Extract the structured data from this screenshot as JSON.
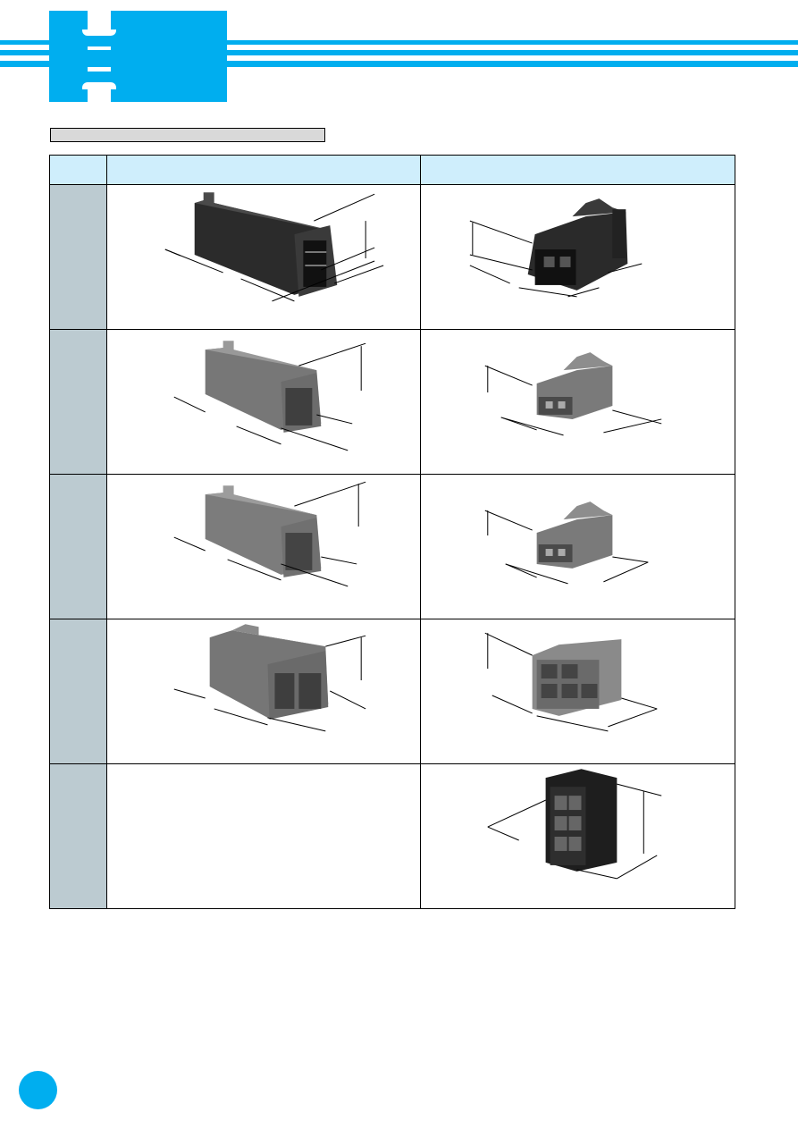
{
  "header": {
    "accent_color": "#00aeef",
    "title_bar_text": ""
  },
  "table": {
    "header_fill": "#cfeefc",
    "label_fill": "#bccbd1",
    "columns": [
      "",
      "",
      ""
    ],
    "rows": [
      {
        "label": "",
        "left_image": "male-housing-dark-2pin",
        "right_image": "female-housing-dark-2pin"
      },
      {
        "label": "",
        "left_image": "male-housing-2pin",
        "right_image": "female-housing-2pin"
      },
      {
        "label": "",
        "left_image": "male-housing-2pin-alt",
        "right_image": "female-housing-2pin-alt"
      },
      {
        "label": "",
        "left_image": "male-housing-4pin",
        "right_image": "female-housing-6pin"
      },
      {
        "label": "",
        "left_image": "",
        "right_image": "female-housing-dark-6pin"
      }
    ]
  },
  "page": {
    "page_number": ""
  }
}
